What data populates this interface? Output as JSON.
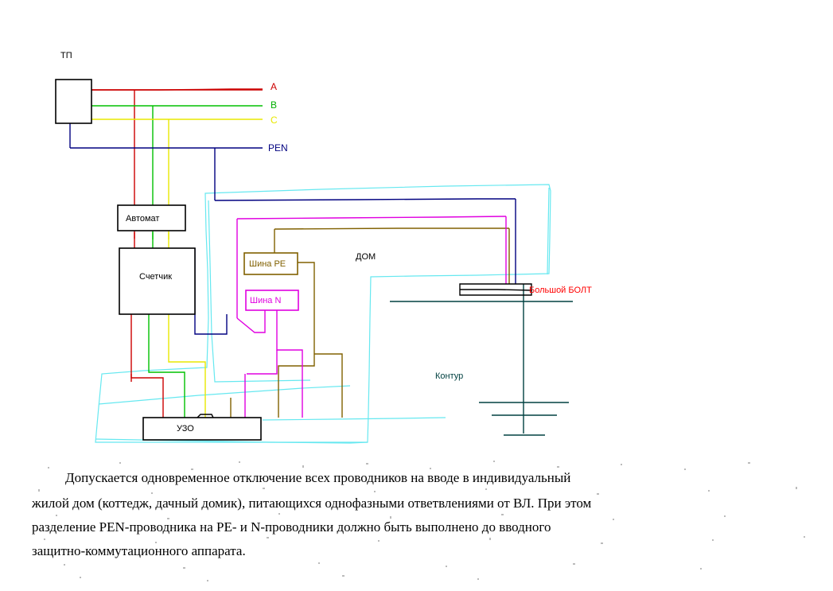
{
  "diagram": {
    "title_label": "ТП",
    "house_label": "ДОМ",
    "contour_label": "Контур",
    "bolt_label": "Большой БОЛТ",
    "phase_labels": [
      {
        "name": "A",
        "color": "#cc0000"
      },
      {
        "name": "B",
        "color": "#00b000"
      },
      {
        "name": "C",
        "color": "#e8e800"
      },
      {
        "name": "PEN",
        "color": "#000080"
      }
    ],
    "boxes": [
      {
        "id": "avtomat",
        "label": "Автомат",
        "border": "#000000"
      },
      {
        "id": "schetchik",
        "label": "Счетчик",
        "border": "#000000"
      },
      {
        "id": "shina_pe",
        "label": "Шина PE",
        "border": "#806000"
      },
      {
        "id": "shina_n",
        "label": "Шина N",
        "border": "#e000e0"
      },
      {
        "id": "uzo",
        "label": "УЗО",
        "border": "#000000"
      }
    ],
    "colors": {
      "phase_a": "#cc0000",
      "phase_b": "#00c000",
      "phase_c": "#e8e800",
      "pen": "#000080",
      "pe": "#806000",
      "neutral": "#e000e0",
      "house_boundary": "#66e8f0",
      "ground": "#004040",
      "bolt_text": "#ff0000"
    }
  },
  "scan_text": {
    "lines": [
      "Допускается  одновременное  отключение  всех  проводников  на  вводе  в  индивидуальный",
      "жилой дом (коттедж, дачный домик), питающихся однофазными ответвлениями от ВЛ. При этом",
      "разделение  PEN-проводника  на  PE-  и  N-проводники  должно  быть  выполнено  до  вводного",
      "защитно-коммутационного аппарата."
    ]
  }
}
